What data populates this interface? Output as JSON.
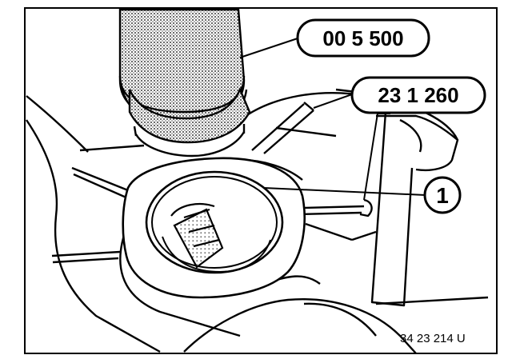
{
  "callouts": {
    "tool_1": "00 5 500",
    "tool_2": "23 1 260",
    "item_1": "1"
  },
  "figure_ref": "34 23 214 U",
  "colors": {
    "ink": "#000000",
    "paper": "#ffffff",
    "screen_tone": "#9a9a9a"
  }
}
